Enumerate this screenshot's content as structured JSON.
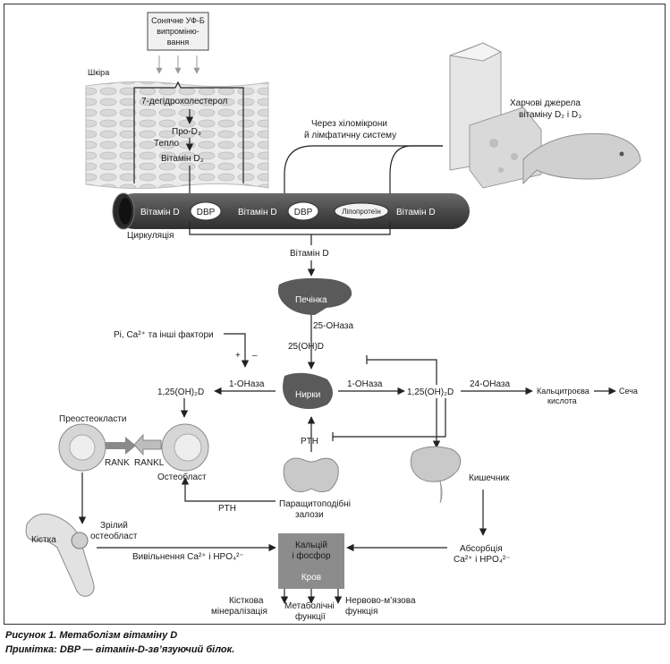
{
  "diagram": {
    "uv_box": "Сонячне УФ-Б випромінювання",
    "uv_box_lines": [
      "Сонячне УФ-Б",
      "випроміню-",
      "вання"
    ],
    "skin_label": "Шкіра",
    "skin_steps": [
      "7-дегідрохолестерол",
      "Про-D₃",
      "Тепло",
      "Вітамін D₃"
    ],
    "food_sources_lines": [
      "Харчові джерела",
      "вітаміну D₂ і D₃"
    ],
    "chylomicron_lines": [
      "Через хіломікрони",
      "й лімфатичну систему"
    ],
    "vessel_labels": [
      "Вітамін D",
      "Вітамін D",
      "Вітамін D"
    ],
    "dbp_labels": [
      "DBP",
      "DBP"
    ],
    "lipoprotein_label": "Ліпопротеїн",
    "circulation_label": "Циркуляція",
    "vitamin_d_label": "Вітамін D",
    "liver_label": "Печінка",
    "enzyme_25": "25-ОНаза",
    "metabolite_25": "25(OH)D",
    "factors_label": "Pi, Ca²⁺ та інші фактори",
    "plus_sign": "+",
    "minus_sign": "–",
    "left_product": "1,25(OH)₂D",
    "left_enzyme": "1-ОНаза",
    "kidney_label": "Нирки",
    "right_enzyme": "1-ОНаза",
    "right_product": "1,25(OH)₂D",
    "enzyme_24": "24-ОНаза",
    "calcitroic_lines": [
      "Кальцитроєва",
      "кислота"
    ],
    "urine_label": "Сеча",
    "preosteoclasts_label": "Преостеокласти",
    "rank_label": "RANK",
    "rankl_label": "RANKL",
    "osteoblast_label": "Остеобласт",
    "pth_center": "PTH",
    "pth_bottom": "PTH",
    "intestine_label": "Кишечник",
    "parathyroid_lines": [
      "Паращитоподібні",
      "залози"
    ],
    "bone_label": "Кістка",
    "mature_osteoblast_lines": [
      "Зрілий",
      "остеобласт"
    ],
    "release_label": "Вивільнення Ca²⁺ і HPO₄²⁻",
    "blood_box_lines": [
      "Кальцій",
      "і фосфор"
    ],
    "blood_label": "Кров",
    "absorption_lines": [
      "Абсорбція",
      "Ca²⁺ і HPO₄²⁻"
    ],
    "outcome_bone_lines": [
      "Кісткова",
      "мінералізація"
    ],
    "outcome_metabolic_lines": [
      "Метаболічні",
      "функції"
    ],
    "outcome_neuro_lines": [
      "Нервово-м’язова",
      "функція"
    ]
  },
  "caption": {
    "title": "Рисунок 1. Метаболізм вітаміну D",
    "note": "Примітка: DBP — вітамін-D-зв’язуючий білок."
  },
  "colors": {
    "line": "#222222",
    "vessel": "#4a4a4a",
    "organ": "#5a5a5a",
    "box": "#8c8c8c"
  }
}
